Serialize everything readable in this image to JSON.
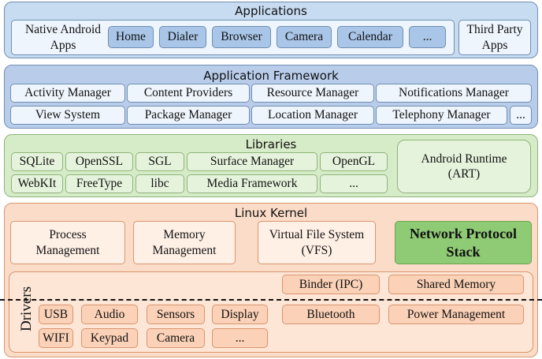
{
  "applications": {
    "title": "Applications",
    "native": "Native Android Apps",
    "items": [
      "Home",
      "Dialer",
      "Browser",
      "Camera",
      "Calendar",
      "..."
    ],
    "third_party": "Third Party Apps"
  },
  "framework": {
    "title": "Application Framework",
    "row1": [
      "Activity Manager",
      "Content Providers",
      "Resource Manager",
      "Notifications Manager"
    ],
    "row2": [
      "View System",
      "Package Manager",
      "Location Manager",
      "Telephony Manager",
      "..."
    ]
  },
  "libraries": {
    "title": "Libraries",
    "row1": [
      "SQLite",
      "OpenSSL",
      "SGL",
      "Surface Manager",
      "OpenGL"
    ],
    "row2": [
      "WebKIt",
      "FreeType",
      "libc",
      "Media Framework",
      "..."
    ],
    "runtime": "Android Runtime (ART)"
  },
  "kernel": {
    "title": "Linux Kernel",
    "process": "Process Management",
    "memory": "Memory Management",
    "vfs": "Virtual File System (VFS)",
    "network": "Network Protocol Stack",
    "drivers_label": "Drivers",
    "binder": "Binder (IPC)",
    "shared_memory": "Shared Memory",
    "bluetooth": "Bluetooth",
    "power": "Power Management",
    "drivers_row1": [
      "USB",
      "Audio",
      "Sensors",
      "Display"
    ],
    "drivers_row2": [
      "WIFI",
      "Keypad",
      "Camera",
      "..."
    ]
  }
}
